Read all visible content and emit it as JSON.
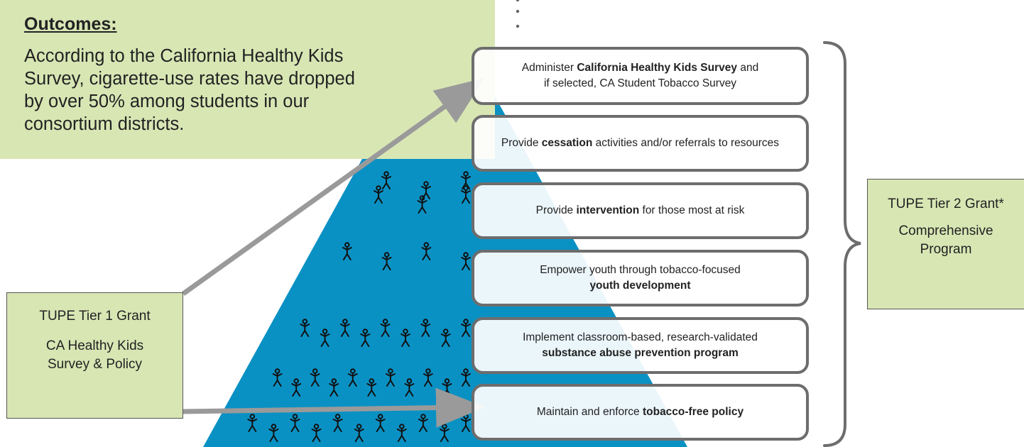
{
  "outcomes": {
    "title": "Outcomes:",
    "lines": [
      "According to the California Healthy Kids",
      "Survey, cigarette-use rates have dropped",
      "by over 50% among students in our",
      "consortium districts."
    ]
  },
  "tier1": {
    "title": "TUPE Tier 1 Grant",
    "subtitle_lines": [
      "CA Healthy Kids",
      "Survey & Policy"
    ]
  },
  "tier2": {
    "title": "TUPE Tier 2 Grant*",
    "subtitle_lines": [
      "Comprehensive",
      "Program"
    ]
  },
  "activities": [
    {
      "lines": [
        [
          {
            "t": "Administer "
          },
          {
            "t": "California Healthy Kids Survey",
            "b": true
          },
          {
            "t": " and"
          }
        ],
        [
          {
            "t": "if selected, CA Student Tobacco Survey"
          }
        ]
      ]
    },
    {
      "lines": [
        [
          {
            "t": "Provide "
          },
          {
            "t": "cessation",
            "b": true
          },
          {
            "t": " activities and/or referrals to resources"
          }
        ]
      ]
    },
    {
      "lines": [
        [
          {
            "t": "Provide "
          },
          {
            "t": "intervention",
            "b": true
          },
          {
            "t": " for those most at risk"
          }
        ]
      ]
    },
    {
      "lines": [
        [
          {
            "t": "Empower youth through tobacco-focused"
          }
        ],
        [
          {
            "t": "youth development",
            "b": true
          }
        ]
      ]
    },
    {
      "lines": [
        [
          {
            "t": "Implement classroom-based, research-validated"
          }
        ],
        [
          {
            "t": "substance abuse prevention program",
            "b": true
          }
        ]
      ]
    },
    {
      "lines": [
        [
          {
            "t": "Maintain and enforce "
          },
          {
            "t": "tobacco-free policy",
            "b": true
          }
        ]
      ]
    }
  ],
  "people_rows": [
    1,
    2,
    3,
    3,
    4,
    9,
    11,
    11
  ],
  "colors": {
    "pyramid": "#0a91c4",
    "green_box": "#d8e6b4",
    "arrow": "#9a9a9a",
    "box_border": "#6d6d6d",
    "figure": "#111111"
  },
  "icons": {
    "figure": "stick-figure-icon",
    "brace": "right-brace-icon",
    "arrow": "arrow-icon"
  }
}
